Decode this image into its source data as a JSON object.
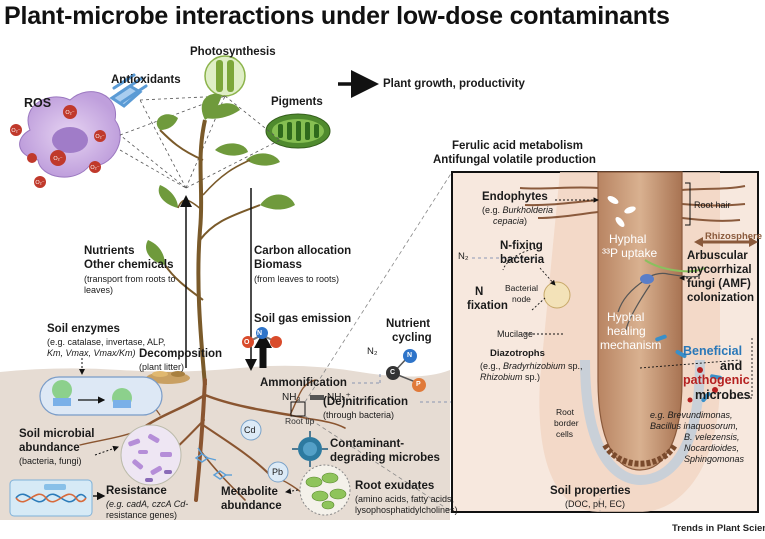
{
  "title": "Plant-microbe interactions under low-dose contaminants",
  "journal": "Trends in Plant Science",
  "top": {
    "photosynthesis": "Photosynthesis",
    "antioxidants": "Antioxidants",
    "pigments": "Pigments",
    "ros": "ROS",
    "ros_marker": "O₂⁻",
    "plant_growth": "Plant growth, productivity"
  },
  "left": {
    "nutrients": "Nutrients",
    "other_chemicals": "Other chemicals",
    "transport": "(transport from roots to",
    "transport2": "leaves)",
    "soil_enzymes": "Soil enzymes",
    "enzymes_list1": "(e.g. catalase, invertase, ALP,",
    "enzymes_list2": "Km, Vmax, Vmax/Km)",
    "decomposition": "Decomposition",
    "plant_litter": "(plant litter)",
    "microbial_abundance": "Soil microbial",
    "microbial_abundance2": "abundance",
    "bacteria_fungi": "(bacteria, fungi)",
    "resistance": "Resistance",
    "resistance_genes1": "(e.g. cadA, czcA Cd-",
    "resistance_genes2": "resistance genes)",
    "metabolite": "Metabolite",
    "metabolite2": "abundance"
  },
  "center": {
    "carbon_allocation": "Carbon allocation",
    "biomass": "Biomass",
    "leaves_to_roots": "(from leaves to roots)",
    "soil_gas": "Soil gas emission",
    "ammonification": "Ammonification",
    "nh3": "NH₃",
    "nh4": "NH₄⁺",
    "root_tip": "Root tip",
    "denitrification": "(De)nitrification",
    "through_bacteria": "(through bacteria)",
    "n2": "N₂",
    "nutrient_cycling": "Nutrient",
    "nutrient_cycling2": "cycling",
    "cd": "Cd",
    "pb": "Pb",
    "contaminant_degrading": "Contaminant-",
    "contaminant_degrading2": "degrading microbes",
    "root_exudates": "Root exudates",
    "exudates_list1": "(amino acids, fatty acids,",
    "exudates_list2": "lysophosphatidylcholines)",
    "soil_properties": "Soil properties",
    "soil_properties_list": "(DOC, pH, EC)",
    "ferulic": "Ferulic acid metabolism",
    "antifungal": "Antifungal volatile production",
    "n_o": "N",
    "o": "O",
    "c": "C",
    "n": "N",
    "p": "P"
  },
  "inset": {
    "endophytes": "Endophytes",
    "endophytes_eg": "(e.g. ",
    "endophytes_species1": "Burkholderia",
    "endophytes_species2": "cepacia",
    "endophytes_close": ")",
    "root_hair": "Root hair",
    "hyphal_uptake": "Hyphal",
    "p33": "³³P uptake",
    "rhizosphere": "Rhizosphere",
    "n2": "N₂",
    "n_fixing": "N-fixing",
    "n_fixing2": "bacteria",
    "amf": "Arbuscular",
    "amf2": "mycorrhizal",
    "amf3": "fungi (AMF)",
    "amf4": "colonization",
    "n_fixation": "N",
    "n_fixation2": "fixation",
    "bacterial_node": "Bacterial",
    "bacterial_node2": "node",
    "hyphal_healing": "Hyphal",
    "hyphal_healing2": "healing",
    "hyphal_healing3": "mechanism",
    "mucilage": "Mucilage",
    "diazotrophs": "Diazotrophs",
    "diazotrophs_eg1": "(e.g., ",
    "diazotrophs_sp1": "Bradyrhizobium",
    "diazotrophs_sp1b": " sp.,",
    "diazotrophs_sp2": "Rhizobium",
    "diazotrophs_sp2b": " sp.)",
    "beneficial": "Beneficial",
    "and": "and",
    "pathogenic": "pathogenic",
    "microbes": "microbes",
    "root_border": "Root",
    "root_border2": "border",
    "root_border3": "cells",
    "genera1": "e.g. Brevundimonas,",
    "genera2": "Bacillus inaquosorum,",
    "genera3": "B. velezensis,",
    "genera4": "Nocardioides,",
    "genera5": "Sphingomonas"
  },
  "colors": {
    "soil": "#e7ddd4",
    "inset_bg": "#f6e6dc",
    "root": "#8a5a3c",
    "root_light": "#c99a74",
    "leaf": "#6a8a3a",
    "beneficial": "#2a78b8",
    "pathogenic": "#b52020",
    "ros": "#c0392b",
    "cell_purple": "#c8a8e0"
  }
}
